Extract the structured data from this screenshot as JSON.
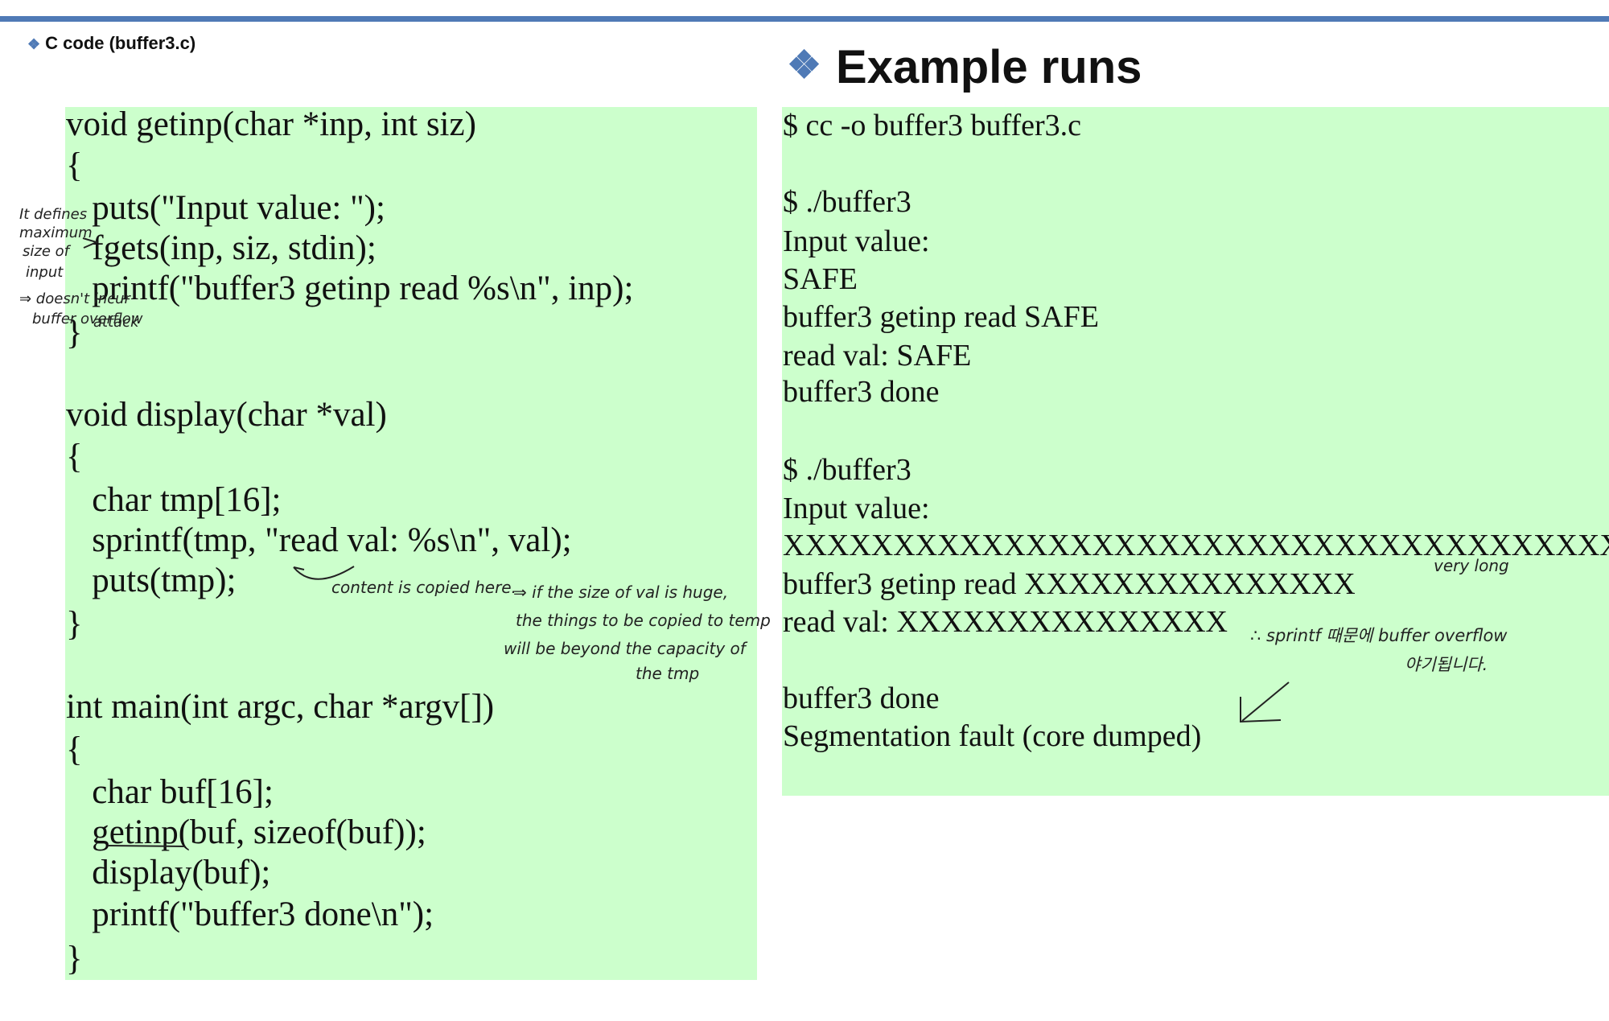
{
  "header": {
    "small_title": "C code (buffer3.c)",
    "big_title": "Example runs",
    "accent_color": "#4f7ab6"
  },
  "code": {
    "lines": [
      "void getinp(char *inp, int siz)",
      "{",
      "   puts(\"Input value: \");",
      "   fgets(inp, siz, stdin);",
      "   printf(\"buffer3 getinp read %s\\n\", inp);",
      "}",
      "void display(char *val)",
      "{",
      "   char tmp[16];",
      "   sprintf(tmp, \"read val: %s\\n\", val);",
      "   puts(tmp);",
      "}",
      "int main(int argc, char *argv[])",
      "{",
      "   char buf[16];",
      "   getinp(buf, sizeof(buf));",
      "   display(buf);",
      "   printf(\"buffer3 done\\n\");",
      "}"
    ]
  },
  "runs": {
    "lines": [
      "$ cc -o buffer3 buffer3.c",
      "$ ./buffer3",
      "Input value:",
      "SAFE",
      "buffer3 getinp read SAFE",
      "read val: SAFE",
      "buffer3 done",
      "$ ./buffer3",
      "Input value:",
      "XXXXXXXXXXXXXXXXXXXXXXXXXXXXXXXXXXXXXX",
      "buffer3 getinp read XXXXXXXXXXXXXXX",
      "read val: XXXXXXXXXXXXXXX",
      "buffer3 done",
      "Segmentation fault (core dumped)"
    ]
  },
  "annotations": {
    "left_note": [
      "It defines",
      "maximum",
      "size of",
      "input",
      "⇒ doesn't incur",
      "buffer overflow",
      "attack"
    ],
    "copied_note": "content is copied here.",
    "val_note": [
      "⇒ if the size of val is huge,",
      "the things to be copied to temp",
      "will be beyond the capacity of",
      "the tmp"
    ],
    "very_long": "very long",
    "sprintf_note_line1": "∴ sprintf 때문에 buffer overflow",
    "sprintf_note_line2": "야기됩니다.",
    "ink_color": "#222222",
    "background_green": "#ccffcc"
  }
}
